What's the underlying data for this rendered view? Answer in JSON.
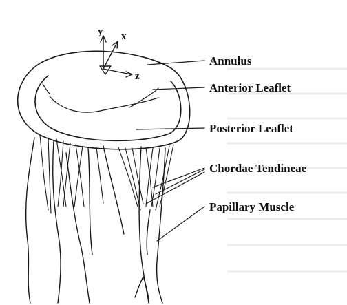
{
  "axes": {
    "y": "y",
    "x": "x",
    "z": "z"
  },
  "labels": {
    "annulus": "Annulus",
    "anterior_leaflet": "Anterior Leaflet",
    "posterior_leaflet": "Posterior Leaflet",
    "chordae_tendineae": "Chordae Tendineae",
    "papillary_muscle": "Papillary Muscle"
  },
  "colors": {
    "ink": "#1a1a1a",
    "background": "#ffffff"
  }
}
